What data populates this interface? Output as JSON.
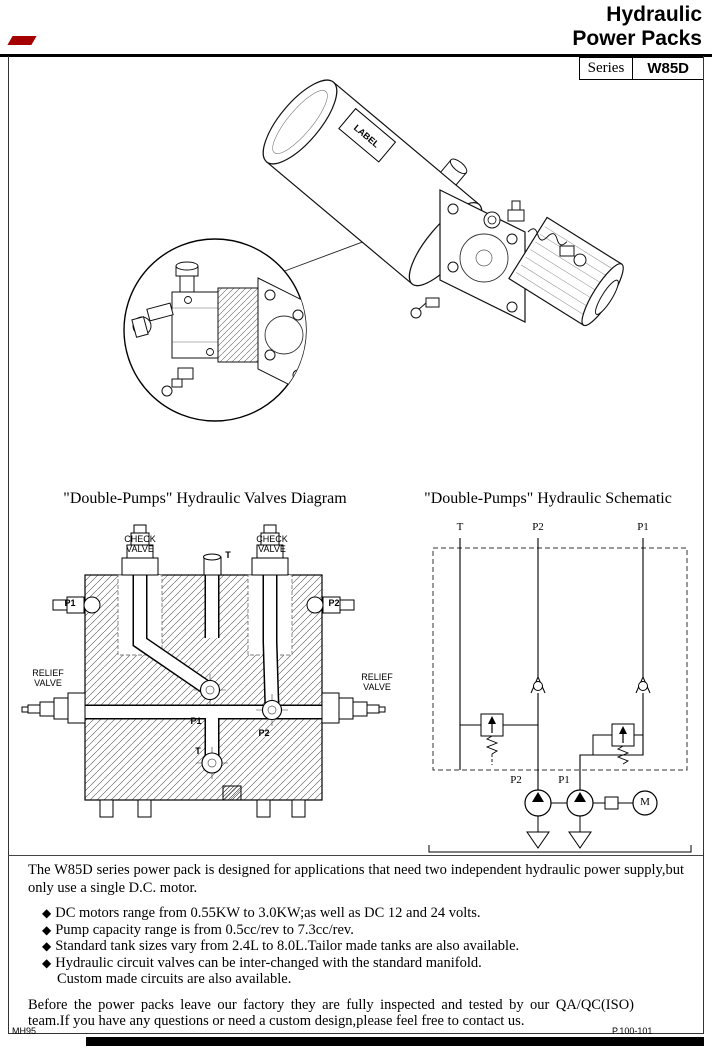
{
  "header": {
    "title_line1": "Hydraulic",
    "title_line2": "Power Packs",
    "series_label": "Series",
    "series_value": "W85D"
  },
  "illustration": {
    "tank_label": "LABEL"
  },
  "valves_diagram": {
    "title": "\"Double-Pumps\" Hydraulic Valves Diagram",
    "labels": {
      "check_valve": "CHECK\nVALVE",
      "relief_valve": "RELIEF\nVALVE",
      "t_top": "T",
      "p1_port": "P1",
      "p2_port": "P2",
      "p1_center": "P1",
      "p2_center": "P2",
      "t_bottom": "T"
    }
  },
  "schematic": {
    "title": "\"Double-Pumps\" Hydraulic Schematic",
    "labels": {
      "t_line": "T",
      "p2_line": "P2",
      "p1_line": "P1",
      "p2_pump": "P2",
      "p1_pump": "P1",
      "motor": "M"
    }
  },
  "description": {
    "intro": "The W85D series power pack is designed for applications that need two independent hydraulic power supply,but only use a single D.C. motor.",
    "bullet_char": "◆",
    "bullets": [
      "DC motors range from 0.55KW to 3.0KW;as well as DC 12 and 24 volts.",
      "Pump capacity range is from 0.5cc/rev to 7.3cc/rev.",
      "Standard tank sizes vary from 2.4L to 8.0L.Tailor made tanks are also available.",
      "Hydraulic circuit valves can be inter-changed with the standard manifold."
    ],
    "bullet_continuation": "Custom made circuits are also available.",
    "outro": "Before the power packs leave our factory they are fully inspected and tested by our QA/QC(ISO) team.If you have any questions or need a custom design,please feel free to contact us."
  },
  "footer": {
    "left_code": "MH95",
    "right_code": "P.100-101"
  }
}
